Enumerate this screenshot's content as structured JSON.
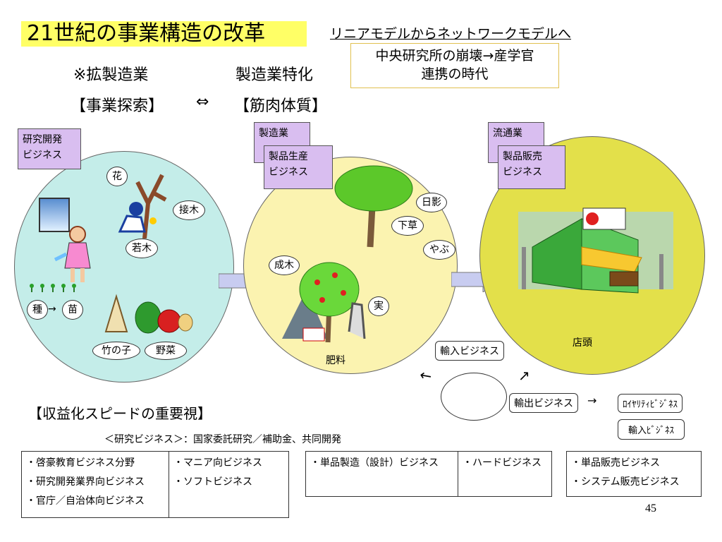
{
  "header": {
    "title": "21世紀の事業構造の改革",
    "subtitle": "リニアモデルからネットワークモデルへ",
    "era_box": [
      "中央研究所の崩壊→産学官",
      "連携の時代"
    ],
    "left_mode": "※拡製造業",
    "right_mode": "製造業特化",
    "left_bracket": "【事業探索】",
    "arrow": "⇔",
    "right_bracket": "【筋肉体質】"
  },
  "left_circle": {
    "label_lines": [
      "研究開発",
      "ビジネス"
    ],
    "flower": "花",
    "graft": "接木",
    "sapling": "若木",
    "seed": "種",
    "seedling": "苗",
    "bamboo": "竹の子",
    "vegetable": "野菜",
    "color": "#c4ede9"
  },
  "mid_circle": {
    "label_outer": "製造業",
    "label_inner_lines": [
      "製品生産",
      "ビジネス"
    ],
    "shade": "日影",
    "undergrowth": "下草",
    "bush": "やぶ",
    "mature": "成木",
    "fruit": "実",
    "fertilizer": "肥料",
    "color": "#fbf3b0"
  },
  "right_circle": {
    "label_outer": "流通業",
    "label_inner_lines": [
      "製品販売",
      "ビジネス"
    ],
    "store": "店頭",
    "color": "#e3e04a"
  },
  "trade": {
    "import": "輸入ビジネス",
    "export": "輸出ビジネス",
    "royalty": "ﾛｲﾔﾘﾃｨﾋﾞｼﾞﾈｽ",
    "import2": "輸入ﾋﾞｼﾞﾈｽ"
  },
  "speed": {
    "heading": "【収益化スピードの重要視】",
    "research_note": "＜研究ビジネス＞：国家委託研究／補助金、共同開発"
  },
  "table_left": {
    "col1": [
      "・啓豪教育ビジネス分野",
      "・研究開発業界向ビジネス",
      "・官庁／自治体向ビジネス"
    ],
    "col2": [
      "・マニア向ビジネス",
      "・ソフトビジネス"
    ]
  },
  "table_mid": {
    "col1": [
      "・単品製造（設計）ビジネス"
    ],
    "col2": [
      "・ハードビジネス"
    ]
  },
  "table_right": {
    "col1": [
      "・単品販売ビジネス",
      "・システム販売ビジネス"
    ]
  },
  "page_number": "45"
}
